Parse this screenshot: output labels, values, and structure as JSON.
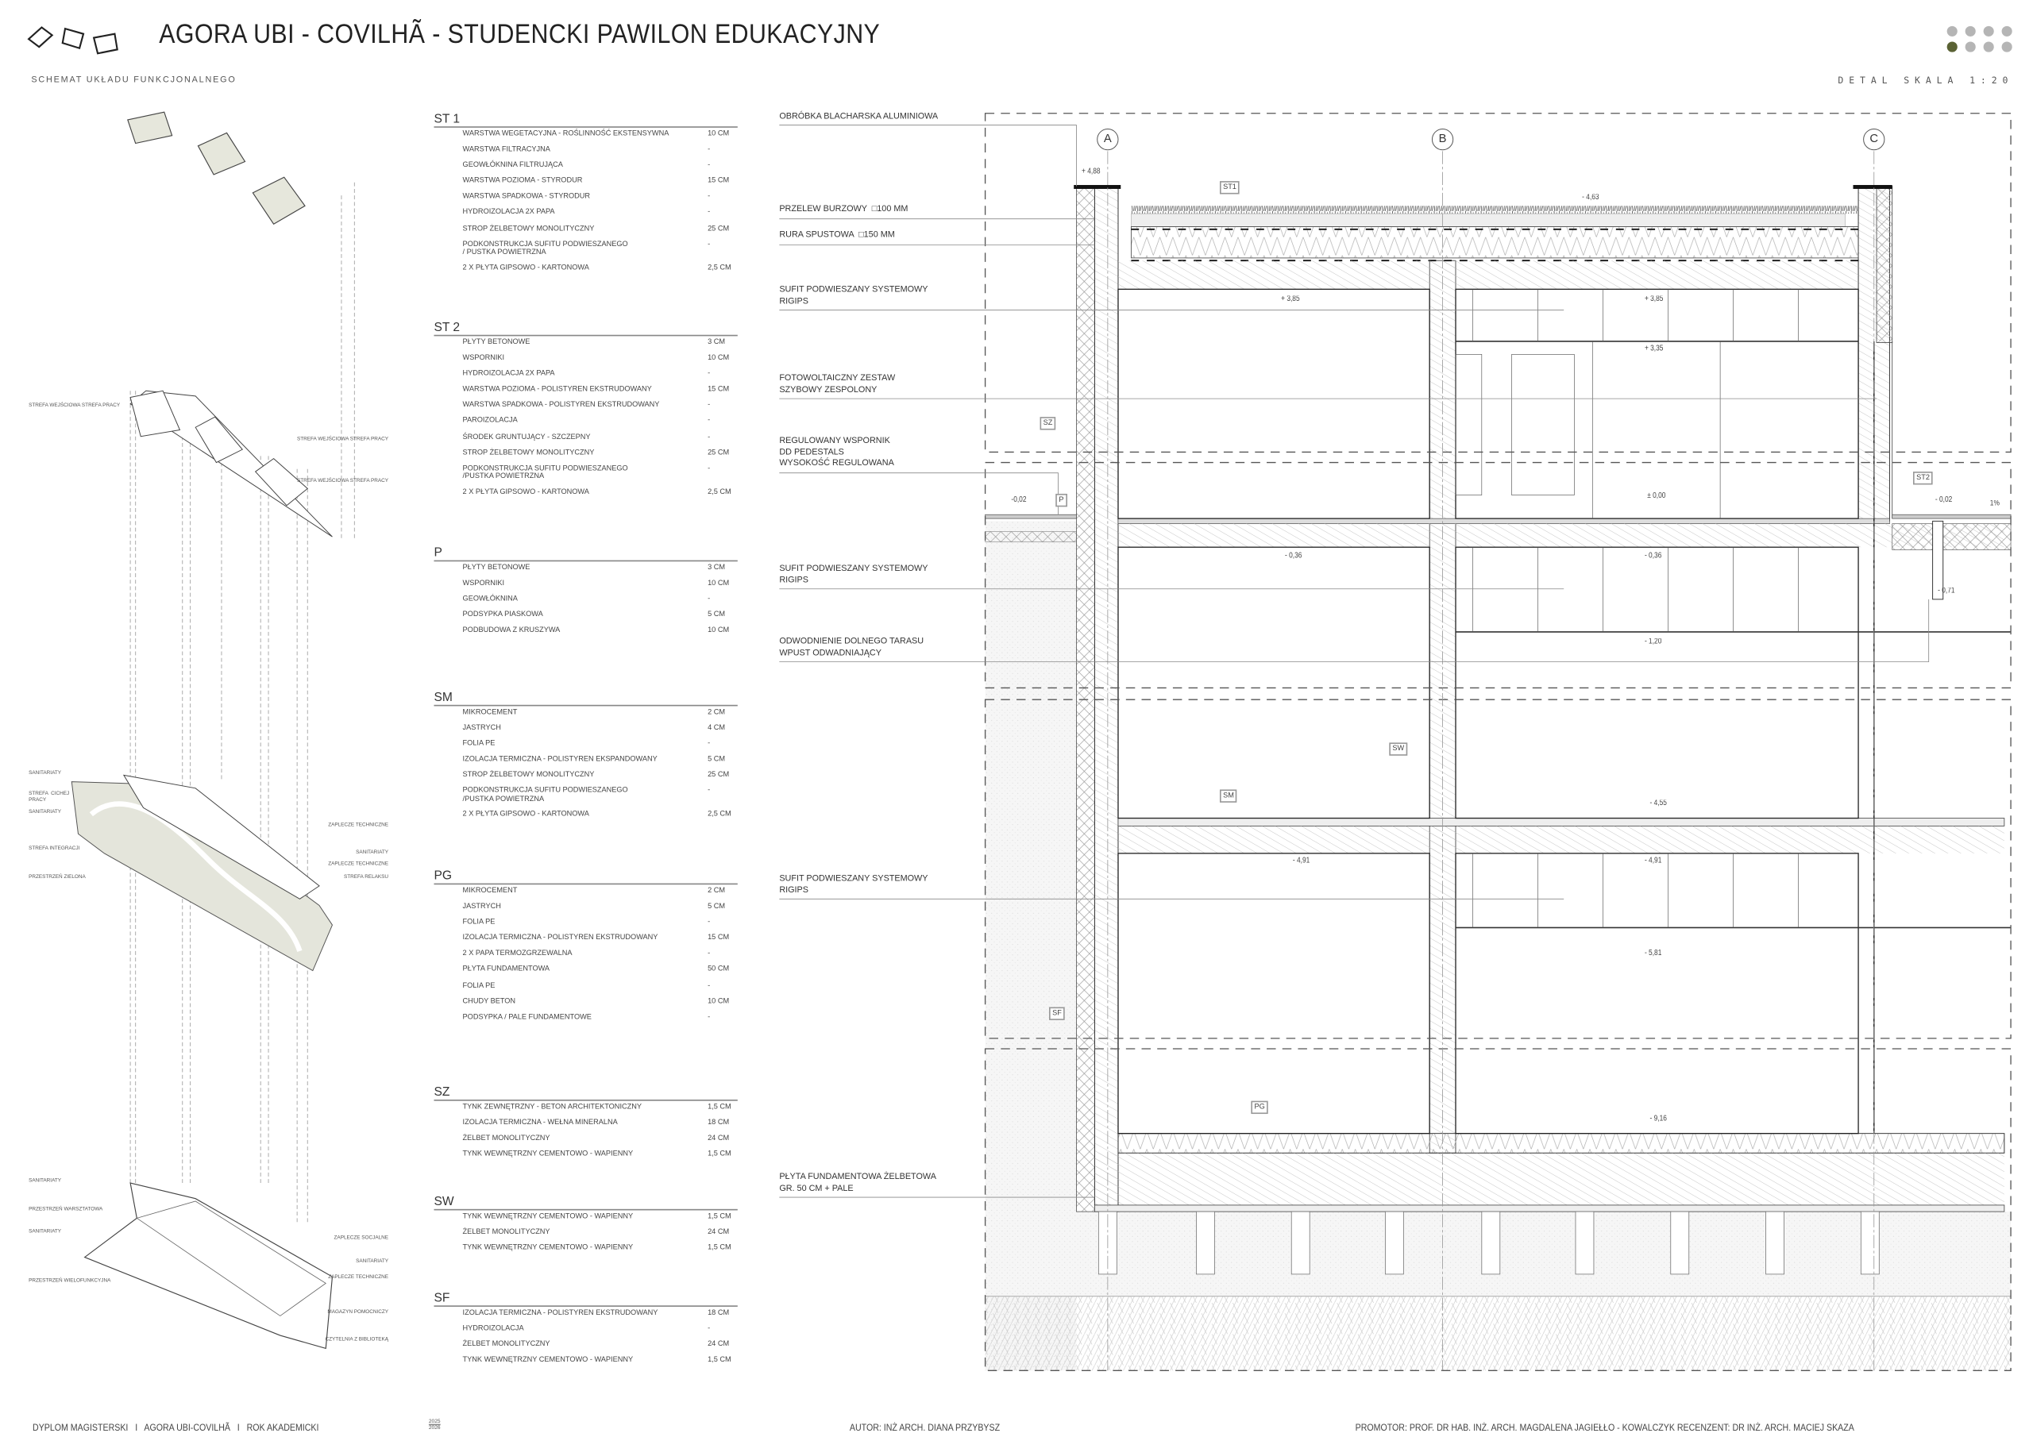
{
  "header": {
    "title": "AGORA UBI - COVILHÃ - STUDENCKI PAWILON EDUKACYJNY",
    "subtitle": "SCHEMAT UKŁADU FUNKCJONALNEGO",
    "scale_label": "DETAL SKALA 1:20",
    "page_indicator": {
      "total": 8,
      "active": 5,
      "active_color": "#5a6234",
      "inactive_color": "#b5b5b5"
    }
  },
  "axonometry": {
    "level1_labels_left": [
      "STREFA WEJŚCIOWA\nSTREFA PRACY"
    ],
    "level1_labels_right": [
      "STREFA WEJŚCIOWA\nSTREFA PRACY",
      "STREFA WEJŚCIOWA\nSTREFA PRACY"
    ],
    "level2_labels_left": [
      "SANITARIATY",
      "STREFA  CICHEJ\nPRACY",
      "SANITARIATY",
      "STREFA INTEGRACJI",
      "PRZESTRZEŃ ZIELONA"
    ],
    "level2_labels_right": [
      "ZAPLECZE TECHNICZNE",
      "SANITARIATY",
      "ZAPLECZE TECHNICZNE",
      "STREFA RELAKSU"
    ],
    "level3_labels_left": [
      "SANITARIATY",
      "PRZESTRZEŃ WARSZTATOWA",
      "SANITARIATY",
      "PRZESTRZEŃ WIELOFUNKCYJNA"
    ],
    "level3_labels_right": [
      "ZAPLECZE SOCJALNE",
      "SANITARIATY",
      "ZAPLECZE TECHNICZNE",
      "MAGAZYN POMOCNICZY",
      "CZYTELNIA Z BIBLIOTEKĄ"
    ]
  },
  "layers": [
    {
      "code": "ST 1",
      "items": [
        {
          "label": "WARSTWA WEGETACYJNA - ROŚLINNOŚĆ EKSTENSYWNA",
          "value": "10 CM"
        },
        {
          "label": "WARSTWA FILTRACYJNA",
          "value": "-"
        },
        {
          "label": "GEOWŁÓKNINA FILTRUJĄCA",
          "value": "-"
        },
        {
          "label": "WARSTWA POZIOMA - STYRODUR",
          "value": "15 CM"
        },
        {
          "label": "WARSTWA SPADKOWA - STYRODUR",
          "value": "-"
        },
        {
          "label": "HYDROIZOLACJA 2X PAPA",
          "value": "-"
        },
        {
          "label": "STROP ŻELBETOWY MONOLITYCZNY",
          "value": "25 CM"
        },
        {
          "label": "PODKONSTRUKCJA SUFITU PODWIESZANEGO\n/ PUSTKA POWIETRZNA",
          "value": "-"
        },
        {
          "label": "2 X PŁYTA GIPSOWO - KARTONOWA",
          "value": "2,5 CM"
        }
      ]
    },
    {
      "code": "ST 2",
      "items": [
        {
          "label": "PŁYTY BETONOWE",
          "value": "3 CM"
        },
        {
          "label": "WSPORNIKI",
          "value": "10 CM"
        },
        {
          "label": "HYDROIZOLACJA 2X PAPA",
          "value": "-"
        },
        {
          "label": "WARSTWA POZIOMA - POLISTYREN EKSTRUDOWANY",
          "value": "15 CM"
        },
        {
          "label": "WARSTWA SPADKOWA - POLISTYREN EKSTRUDOWANY",
          "value": "-"
        },
        {
          "label": "PAROIZOLACJA",
          "value": "-"
        },
        {
          "label": "ŚRODEK GRUNTUJĄCY - SZCZEPNY",
          "value": "-"
        },
        {
          "label": "STROP ŻELBETOWY MONOLITYCZNY",
          "value": "25 CM"
        },
        {
          "label": "PODKONSTRUKCJA SUFITU PODWIESZANEGO\n/PUSTKA POWIETRZNA",
          "value": "-"
        },
        {
          "label": "2 X PŁYTA GIPSOWO - KARTONOWA",
          "value": "2,5 CM"
        }
      ]
    },
    {
      "code": "P",
      "items": [
        {
          "label": "PŁYTY BETONOWE",
          "value": "3 CM"
        },
        {
          "label": "WSPORNIKI",
          "value": "10 CM"
        },
        {
          "label": "GEOWŁÓKNINA",
          "value": "-"
        },
        {
          "label": "PODSYPKA PIASKOWA",
          "value": "5 CM"
        },
        {
          "label": "PODBUDOWA Z KRUSZYWA",
          "value": "10 CM"
        }
      ]
    },
    {
      "code": "SM",
      "items": [
        {
          "label": "MIKROCEMENT",
          "value": "2 CM"
        },
        {
          "label": "JASTRYCH",
          "value": "4 CM"
        },
        {
          "label": "FOLIA PE",
          "value": "-"
        },
        {
          "label": "IZOLACJA TERMICZNA - POLISTYREN EKSPANDOWANY",
          "value": "5 CM"
        },
        {
          "label": "STROP ŻELBETOWY MONOLITYCZNY",
          "value": "25 CM"
        },
        {
          "label": "PODKONSTRUKCJA SUFITU PODWIESZANEGO\n/PUSTKA POWIETRZNA",
          "value": "-"
        },
        {
          "label": "2 X PŁYTA GIPSOWO - KARTONOWA",
          "value": "2,5 CM"
        }
      ]
    },
    {
      "code": "PG",
      "items": [
        {
          "label": "MIKROCEMENT",
          "value": "2 CM"
        },
        {
          "label": "JASTRYCH",
          "value": "5 CM"
        },
        {
          "label": "FOLIA PE",
          "value": "-"
        },
        {
          "label": "IZOLACJA TERMICZNA - POLISTYREN EKSTRUDOWANY",
          "value": "15 CM"
        },
        {
          "label": "2 X PAPA TERMOZGRZEWALNA",
          "value": "-"
        },
        {
          "label": "PŁYTA FUNDAMENTOWA",
          "value": "50 CM"
        },
        {
          "label": "FOLIA PE",
          "value": "-"
        },
        {
          "label": "CHUDY BETON",
          "value": "10 CM"
        },
        {
          "label": "PODSYPKA / PALE FUNDAMENTOWE",
          "value": "-"
        }
      ]
    },
    {
      "code": "SZ",
      "items": [
        {
          "label": "TYNK ZEWNĘTRZNY - BETON ARCHITEKTONICZNY",
          "value": "1,5 CM"
        },
        {
          "label": "IZOLACJA TERMICZNA - WEŁNA MINERALNA",
          "value": "18 CM"
        },
        {
          "label": "ŻELBET MONOLITYCZNY",
          "value": "24 CM"
        },
        {
          "label": "TYNK WEWNĘTRZNY CEMENTOWO - WAPIENNY",
          "value": "1,5 CM"
        }
      ]
    },
    {
      "code": "SW",
      "items": [
        {
          "label": "TYNK WEWNĘTRZNY CEMENTOWO - WAPIENNY",
          "value": "1,5 CM"
        },
        {
          "label": "ŻELBET MONOLITYCZNY",
          "value": "24 CM"
        },
        {
          "label": "TYNK WEWNĘTRZNY CEMENTOWO - WAPIENNY",
          "value": "1,5 CM"
        }
      ]
    },
    {
      "code": "SF",
      "items": [
        {
          "label": "IZOLACJA TERMICZNA - POLISTYREN EKSTRUDOWANY",
          "value": "18 CM"
        },
        {
          "label": "HYDROIZOLACJA",
          "value": "-"
        },
        {
          "label": "ŻELBET MONOLITYCZNY",
          "value": "24 CM"
        },
        {
          "label": "TYNK WEWNĘTRZNY CEMENTOWO - WAPIENNY",
          "value": "1,5 CM"
        }
      ]
    }
  ],
  "section": {
    "annotations": [
      "OBRÓBKA BLACHARSKA ALUMINIOWA",
      "PRZELEW BURZOWY  □100 MM",
      "RURA SPUSTOWA  □150 MM",
      "SUFIT PODWIESZANY SYSTEMOWY\nRIGIPS",
      "FOTOWOLTAICZNY ZESTAW\nSZYBOWY ZESPOLONY",
      "REGULOWANY WSPORNIK\nDD PEDESTALS\nWYSOKOŚĆ REGULOWANA",
      "SUFIT PODWIESZANY SYSTEMOWY\nRIGIPS",
      "ODWODNIENIE DOLNEGO TARASU\nWPUST ODWADNIAJĄCY",
      "SUFIT PODWIESZANY SYSTEMOWY\nRIGIPS",
      "PŁYTA FUNDAMENTOWA ŻELBETOWA\nGR. 50 CM + PALE"
    ],
    "axes": [
      "A",
      "B",
      "C"
    ],
    "elevations": [
      "+ 4,88",
      "- 4,63",
      "+ 3,85",
      "+ 3,85",
      "+ 3,35",
      "-0,02",
      "± 0,00",
      "- 0,02",
      "1%",
      "- 0,36",
      "- 0,36",
      "- 0,71",
      "- 1,20",
      "- 4,55",
      "- 4,91",
      "- 4,91",
      "- 5,81",
      "- 9,16"
    ],
    "tags": [
      "ST1",
      "SZ",
      "P",
      "ST2",
      "SW",
      "SM",
      "SF",
      "PG"
    ]
  },
  "footer": {
    "left": "DYPLOM MAGISTERSKI   I   AGORA UBI-COVILHÃ   I   ROK AKADEMICKI",
    "year_top": "2025",
    "year_bottom": "2026",
    "author": "AUTOR: INŻ ARCH. DIANA PRZYBYSZ",
    "promotor": "PROMOTOR: PROF. DR HAB. INŻ.  ARCH. MAGDALENA JAGIEŁŁO - KOWALCZYK  RECENZENT: DR INŻ. ARCH. MACIEJ SKAZA"
  }
}
